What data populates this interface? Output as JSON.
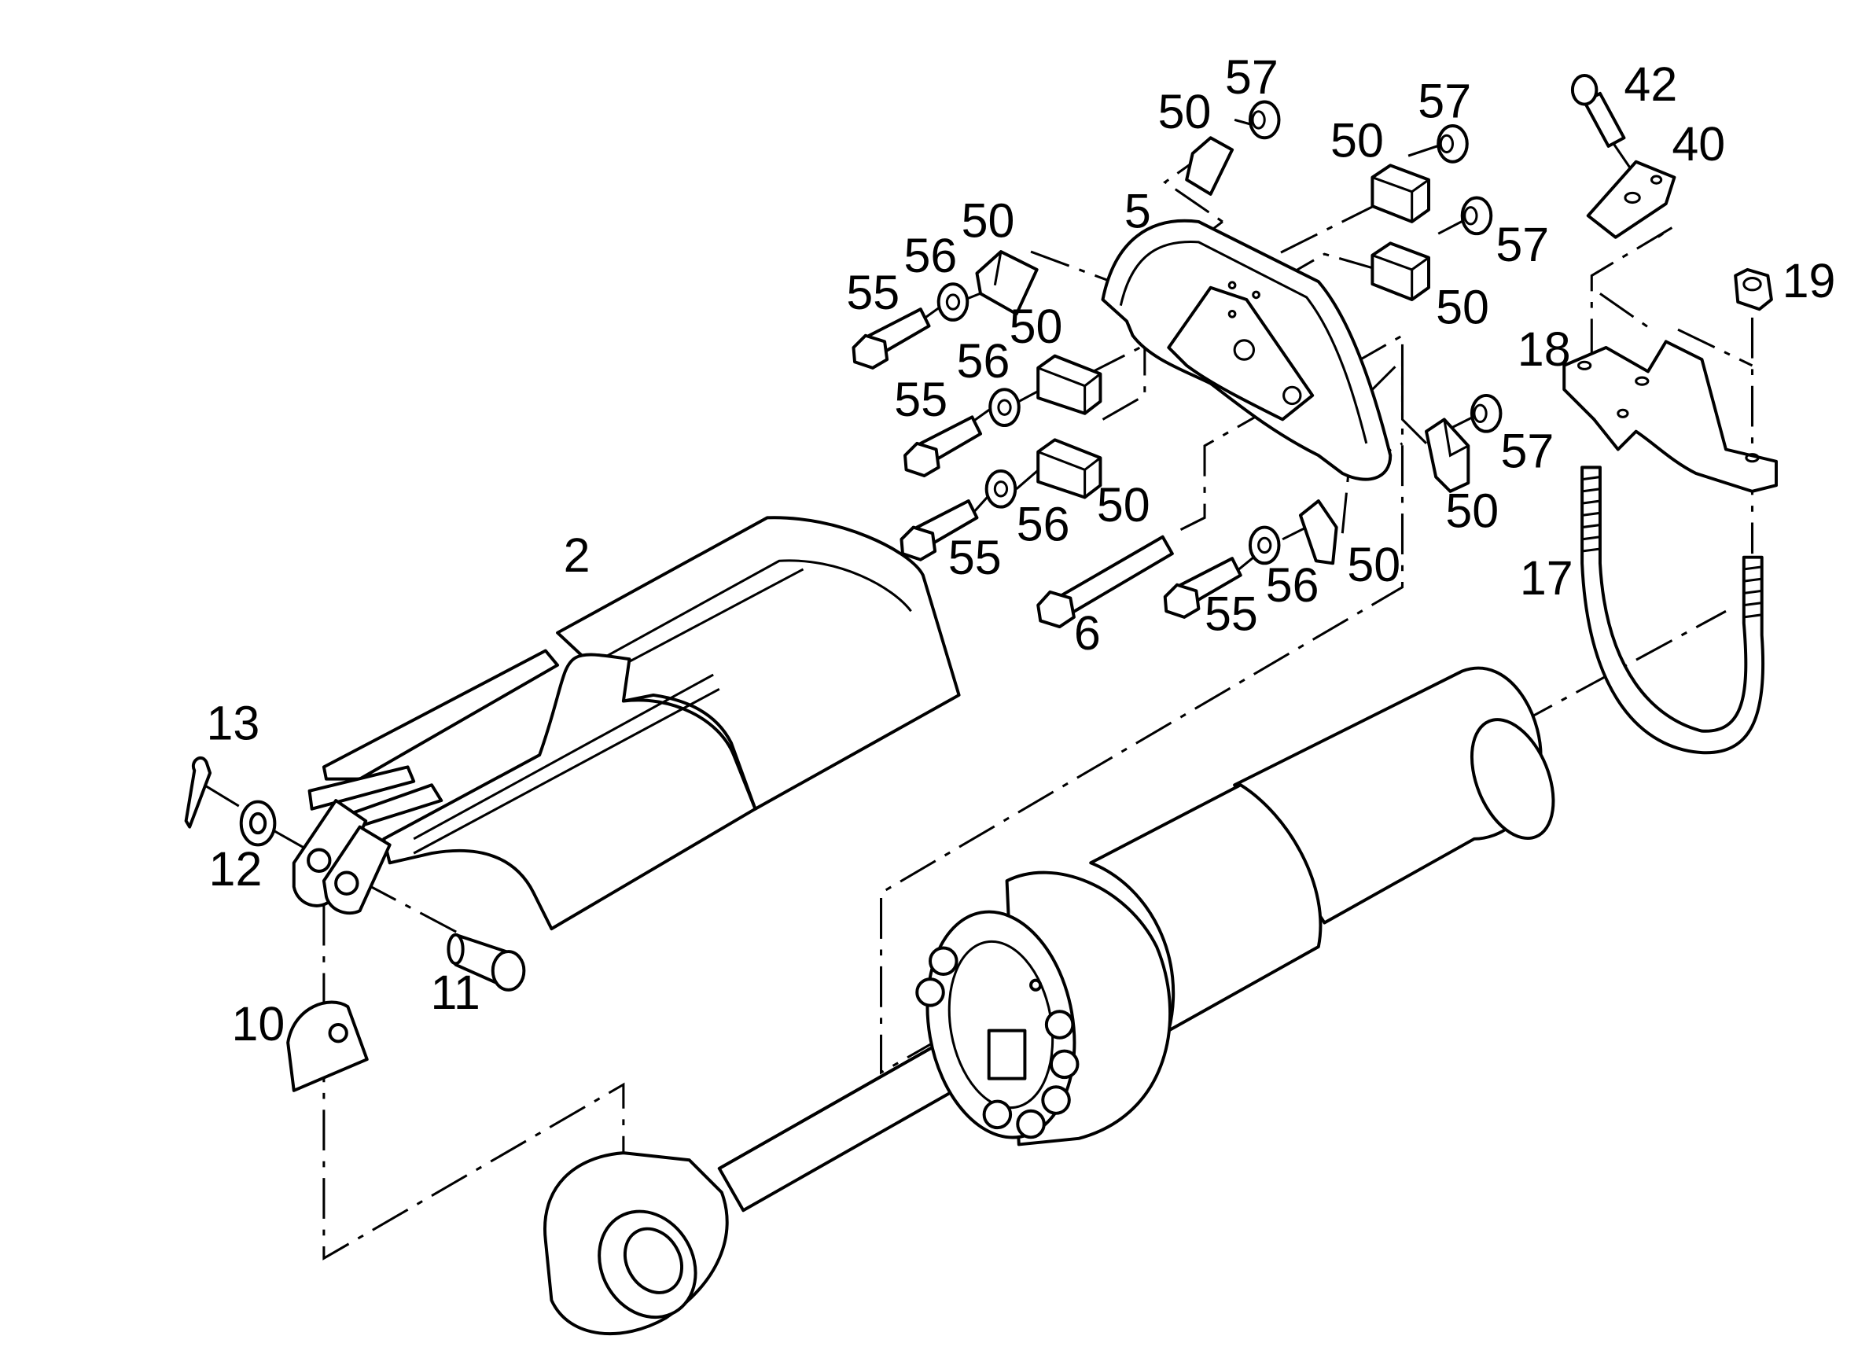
{
  "callouts": [
    {
      "id": "c-57a",
      "text": "57"
    },
    {
      "id": "c-50a",
      "text": "50"
    },
    {
      "id": "c-57b",
      "text": "57"
    },
    {
      "id": "c-50b",
      "text": "50"
    },
    {
      "id": "c-42",
      "text": "42"
    },
    {
      "id": "c-40",
      "text": "40"
    },
    {
      "id": "c-5",
      "text": "5"
    },
    {
      "id": "c-50c",
      "text": "50"
    },
    {
      "id": "c-57c",
      "text": "57"
    },
    {
      "id": "c-56a",
      "text": "56"
    },
    {
      "id": "c-55a",
      "text": "55"
    },
    {
      "id": "c-50d",
      "text": "50"
    },
    {
      "id": "c-19",
      "text": "19"
    },
    {
      "id": "c-50e",
      "text": "50"
    },
    {
      "id": "c-56b",
      "text": "56"
    },
    {
      "id": "c-18",
      "text": "18"
    },
    {
      "id": "c-55b",
      "text": "55"
    },
    {
      "id": "c-57d",
      "text": "57"
    },
    {
      "id": "c-50f",
      "text": "50"
    },
    {
      "id": "c-50g",
      "text": "50"
    },
    {
      "id": "c-56c",
      "text": "56"
    },
    {
      "id": "c-55c",
      "text": "55"
    },
    {
      "id": "c-50h",
      "text": "50"
    },
    {
      "id": "c-2",
      "text": "2"
    },
    {
      "id": "c-17",
      "text": "17"
    },
    {
      "id": "c-56d",
      "text": "56"
    },
    {
      "id": "c-55d",
      "text": "55"
    },
    {
      "id": "c-6",
      "text": "6"
    },
    {
      "id": "c-13",
      "text": "13"
    },
    {
      "id": "c-12",
      "text": "12"
    },
    {
      "id": "c-11",
      "text": "11"
    },
    {
      "id": "c-10",
      "text": "10"
    }
  ]
}
